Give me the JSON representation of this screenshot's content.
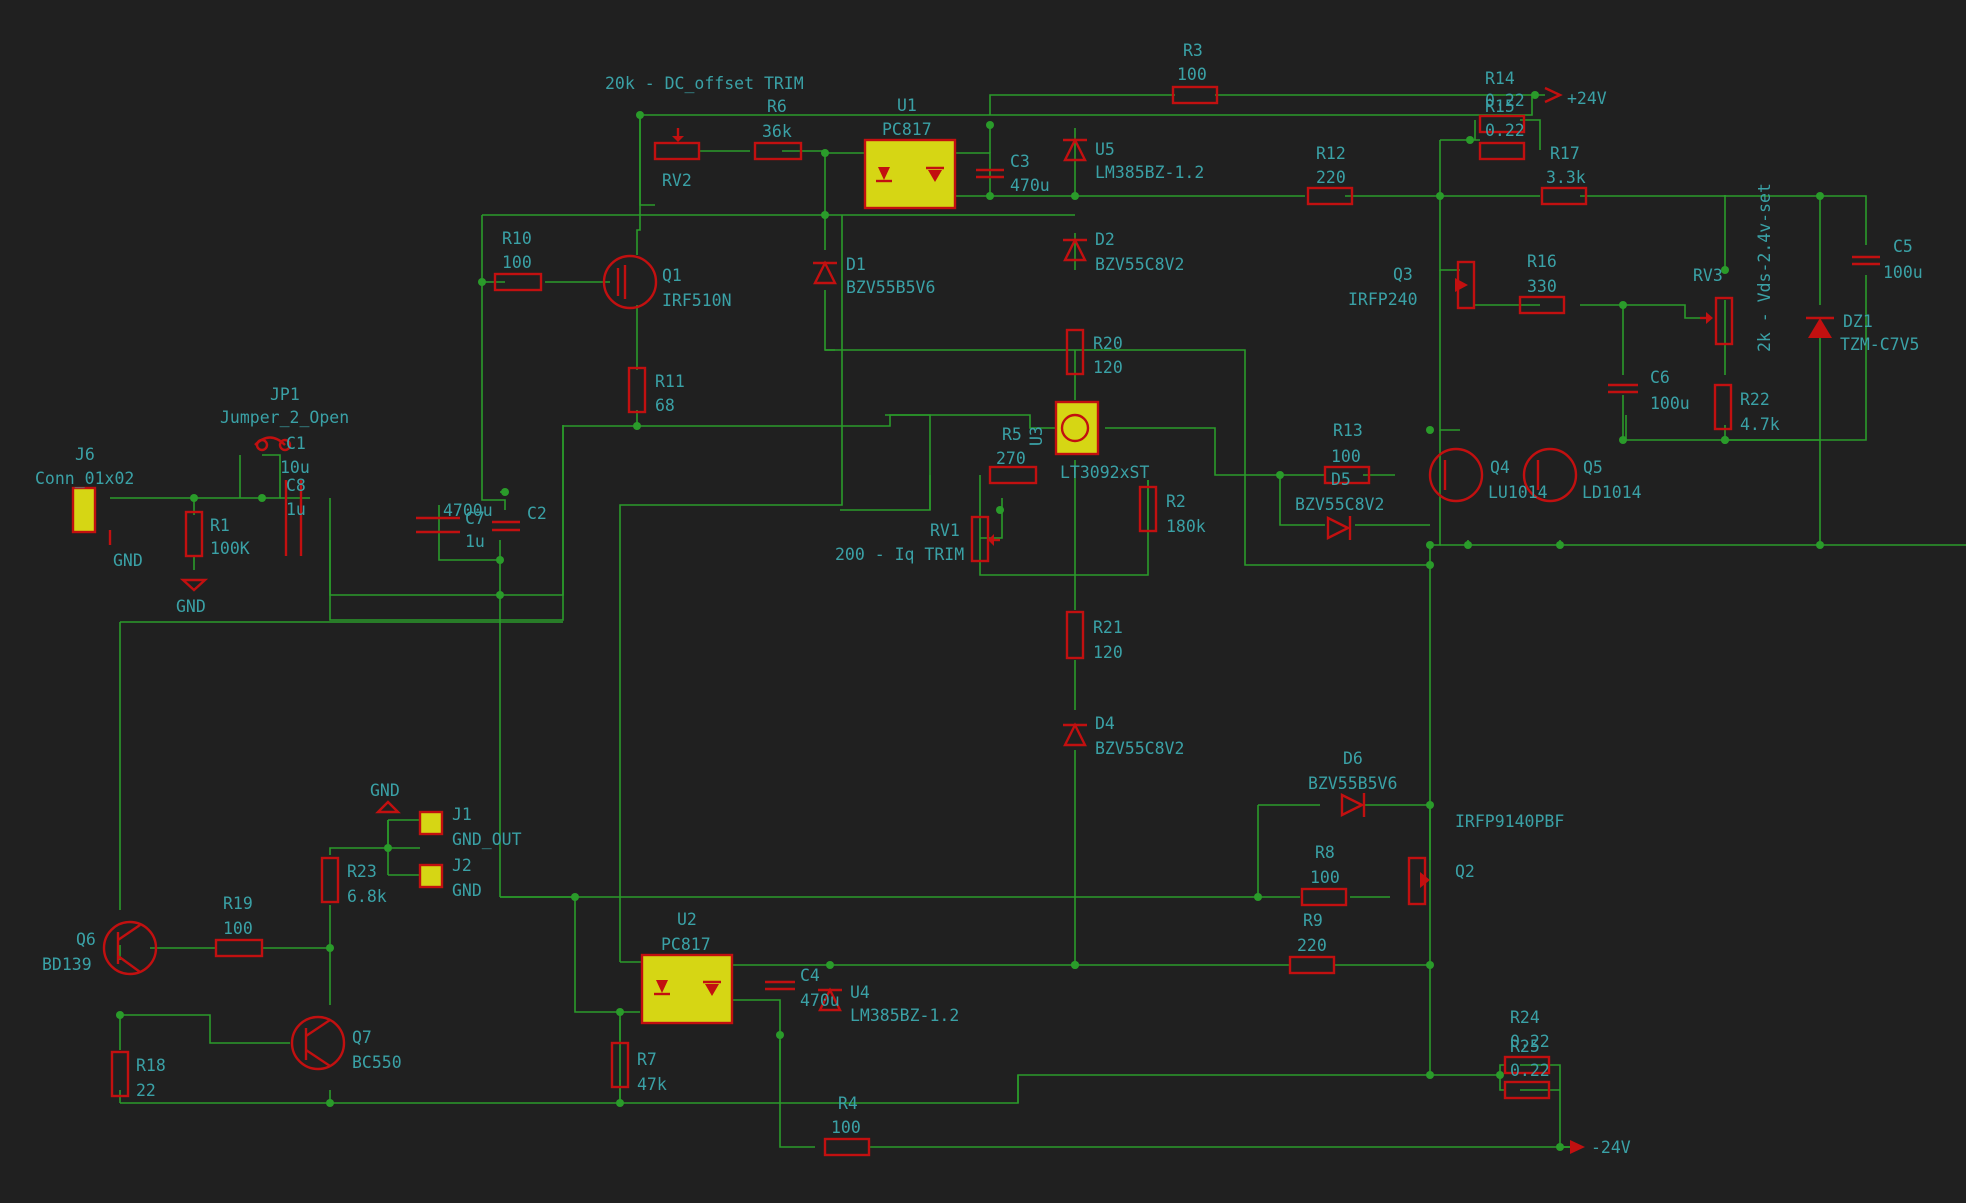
{
  "schematic": {
    "labels": [
      {
        "id": "rv2_note",
        "text": "20k - DC_offset TRIM"
      },
      {
        "id": "r3_ref",
        "text": "R3"
      },
      {
        "id": "r3_val",
        "text": "100"
      },
      {
        "id": "r14_ref",
        "text": "R14"
      },
      {
        "id": "r14_val",
        "text": "0.22"
      },
      {
        "id": "r15_ref",
        "text": "R15"
      },
      {
        "id": "r15_val",
        "text": "0.22"
      },
      {
        "id": "vp_net",
        "text": "+24V"
      },
      {
        "id": "r6_ref",
        "text": "R6"
      },
      {
        "id": "r6_val",
        "text": "36k"
      },
      {
        "id": "u1_ref",
        "text": "U1"
      },
      {
        "id": "u1_val",
        "text": "PC817"
      },
      {
        "id": "rv2_ref",
        "text": "RV2"
      },
      {
        "id": "c3_ref",
        "text": "C3"
      },
      {
        "id": "c3_val",
        "text": "470u"
      },
      {
        "id": "u5_ref",
        "text": "U5"
      },
      {
        "id": "u5_val",
        "text": "LM385BZ-1.2"
      },
      {
        "id": "r12_ref",
        "text": "R12"
      },
      {
        "id": "r12_val",
        "text": "220"
      },
      {
        "id": "r17_ref",
        "text": "R17"
      },
      {
        "id": "r17_val",
        "text": "3.3k"
      },
      {
        "id": "c5_ref",
        "text": "C5"
      },
      {
        "id": "c5_val",
        "text": "100u"
      },
      {
        "id": "rv3_note",
        "text": "2k - Vds-2.4v-set"
      },
      {
        "id": "r10_ref",
        "text": "R10"
      },
      {
        "id": "r10_val",
        "text": "100"
      },
      {
        "id": "q1_ref",
        "text": "Q1"
      },
      {
        "id": "q1_val",
        "text": "IRF510N"
      },
      {
        "id": "d1_ref",
        "text": "D1"
      },
      {
        "id": "d1_val",
        "text": "BZV55B5V6"
      },
      {
        "id": "d2_ref",
        "text": "D2"
      },
      {
        "id": "d2_val",
        "text": "BZV55C8V2"
      },
      {
        "id": "q3_ref",
        "text": "Q3"
      },
      {
        "id": "q3_val",
        "text": "IRFP240"
      },
      {
        "id": "r16_ref",
        "text": "R16"
      },
      {
        "id": "r16_val",
        "text": "330"
      },
      {
        "id": "rv3_ref",
        "text": "RV3"
      },
      {
        "id": "dz1_ref",
        "text": "DZ1"
      },
      {
        "id": "dz1_val",
        "text": "TZM-C7V5"
      },
      {
        "id": "r20_ref",
        "text": "R20"
      },
      {
        "id": "r20_val",
        "text": "120"
      },
      {
        "id": "c6_ref",
        "text": "C6"
      },
      {
        "id": "c6_val",
        "text": "100u"
      },
      {
        "id": "jp1_ref",
        "text": "JP1"
      },
      {
        "id": "jp1_val",
        "text": "Jumper_2_Open"
      },
      {
        "id": "r11_ref",
        "text": "R11"
      },
      {
        "id": "r11_val",
        "text": "68"
      },
      {
        "id": "u3_ref",
        "text": "U3"
      },
      {
        "id": "r22_ref",
        "text": "R22"
      },
      {
        "id": "r22_val",
        "text": "4.7k"
      },
      {
        "id": "j6_ref",
        "text": "J6"
      },
      {
        "id": "j6_val",
        "text": "Conn_01x02"
      },
      {
        "id": "c1_ref",
        "text": "C1"
      },
      {
        "id": "c1_val",
        "text": "10u"
      },
      {
        "id": "c8_ref",
        "text": "C8"
      },
      {
        "id": "c8_val",
        "text": "1u"
      },
      {
        "id": "r5_ref",
        "text": "R5"
      },
      {
        "id": "r5_val",
        "text": "270"
      },
      {
        "id": "r13_ref",
        "text": "R13"
      },
      {
        "id": "r13_val",
        "text": "100"
      },
      {
        "id": "u3_val",
        "text": "LT3092xST"
      },
      {
        "id": "d5_ref",
        "text": "D5"
      },
      {
        "id": "d5_val",
        "text": "BZV55C8V2"
      },
      {
        "id": "q4_ref",
        "text": "Q4"
      },
      {
        "id": "q4_val",
        "text": "LU1014"
      },
      {
        "id": "q5_ref",
        "text": "Q5"
      },
      {
        "id": "q5_val",
        "text": "LD1014"
      },
      {
        "id": "c7_val",
        "text": "4700u"
      },
      {
        "id": "c7_ref",
        "text": "C7"
      },
      {
        "id": "c2_ref",
        "text": "C2"
      },
      {
        "id": "c2_val",
        "text": "1u"
      },
      {
        "id": "r1_ref",
        "text": "R1"
      },
      {
        "id": "r1_val",
        "text": "100K"
      },
      {
        "id": "gnd_a",
        "text": "GND"
      },
      {
        "id": "gnd_b",
        "text": "GND"
      },
      {
        "id": "rv1_ref",
        "text": "RV1"
      },
      {
        "id": "rv1_note",
        "text": "200 - Iq TRIM"
      },
      {
        "id": "r2_ref",
        "text": "R2"
      },
      {
        "id": "r2_val",
        "text": "180k"
      },
      {
        "id": "r21_ref",
        "text": "R21"
      },
      {
        "id": "r21_val",
        "text": "120"
      },
      {
        "id": "d4_ref",
        "text": "D4"
      },
      {
        "id": "d4_val",
        "text": "BZV55C8V2"
      },
      {
        "id": "d6_ref",
        "text": "D6"
      },
      {
        "id": "d6_val",
        "text": "BZV55B5V6"
      },
      {
        "id": "gnd_c",
        "text": "GND"
      },
      {
        "id": "j1_ref",
        "text": "J1"
      },
      {
        "id": "j1_val",
        "text": "GND_OUT"
      },
      {
        "id": "j2_ref",
        "text": "J2"
      },
      {
        "id": "j2_val",
        "text": "GND"
      },
      {
        "id": "q2_val",
        "text": "IRFP9140PBF"
      },
      {
        "id": "q2_ref",
        "text": "Q2"
      },
      {
        "id": "r23_ref",
        "text": "R23"
      },
      {
        "id": "r23_val",
        "text": "6.8k"
      },
      {
        "id": "r8_ref",
        "text": "R8"
      },
      {
        "id": "r8_val",
        "text": "100"
      },
      {
        "id": "r19_ref",
        "text": "R19"
      },
      {
        "id": "r19_val",
        "text": "100"
      },
      {
        "id": "u2_ref",
        "text": "U2"
      },
      {
        "id": "u2_val",
        "text": "PC817"
      },
      {
        "id": "r9_ref",
        "text": "R9"
      },
      {
        "id": "r9_val",
        "text": "220"
      },
      {
        "id": "q6_ref",
        "text": "Q6"
      },
      {
        "id": "q6_val",
        "text": "BD139"
      },
      {
        "id": "c4_ref",
        "text": "C4"
      },
      {
        "id": "c4_val",
        "text": "470u"
      },
      {
        "id": "u4_ref",
        "text": "U4"
      },
      {
        "id": "u4_val",
        "text": "LM385BZ-1.2"
      },
      {
        "id": "q7_ref",
        "text": "Q7"
      },
      {
        "id": "q7_val",
        "text": "BC550"
      },
      {
        "id": "r24_ref",
        "text": "R24"
      },
      {
        "id": "r24_val",
        "text": "0.22"
      },
      {
        "id": "r25_ref",
        "text": "R25"
      },
      {
        "id": "r25_val",
        "text": "0.22"
      },
      {
        "id": "r18_ref",
        "text": "R18"
      },
      {
        "id": "r18_val",
        "text": "22"
      },
      {
        "id": "r7_ref",
        "text": "R7"
      },
      {
        "id": "r7_val",
        "text": "47k"
      },
      {
        "id": "r4_ref",
        "text": "R4"
      },
      {
        "id": "r4_val",
        "text": "100"
      },
      {
        "id": "vn_net",
        "text": "-24V"
      }
    ]
  }
}
